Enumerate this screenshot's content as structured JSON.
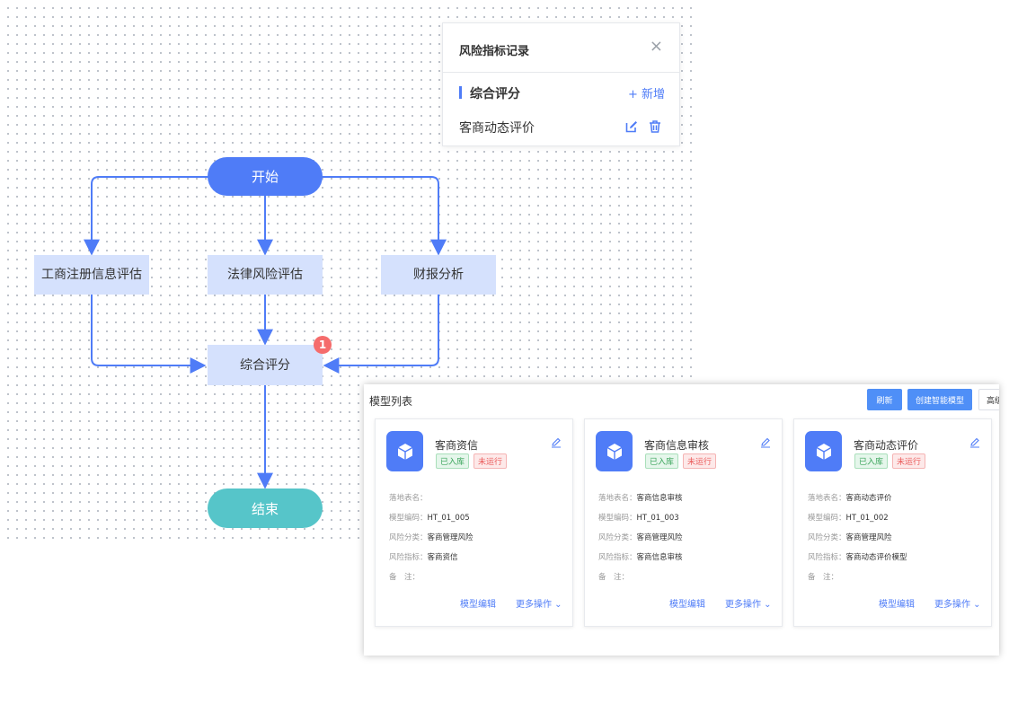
{
  "flow": {
    "start": "开始",
    "n1": "工商注册信息评估",
    "n2": "法律风险评估",
    "n3": "财报分析",
    "merge": "综合评分",
    "merge_badge": "1",
    "end": "结束"
  },
  "risk_panel": {
    "title": "风险指标记录",
    "close_icon": "×",
    "section": "综合评分",
    "add": "+ 新增",
    "item": "客商动态评价"
  },
  "model_panel": {
    "title": "模型列表",
    "refresh": "刷新",
    "create": "创建智能模型",
    "extra": "高级"
  },
  "labels": {
    "table": "落地表名：",
    "code": "模型编码：",
    "category": "风险分类：",
    "indicator": "风险指标：",
    "remark": "备　注："
  },
  "cards": [
    {
      "name": "客商资信",
      "status_in": "已入库",
      "status_run": "未运行",
      "table": "",
      "code": "HT_01_005",
      "category": "客商管理风险",
      "indicator": "客商资信",
      "remark": "",
      "edit": "模型编辑",
      "more": "更多操作 ⌄"
    },
    {
      "name": "客商信息审核",
      "status_in": "已入库",
      "status_run": "未运行",
      "table": "客商信息审核",
      "code": "HT_01_003",
      "category": "客商管理风险",
      "indicator": "客商信息审核",
      "remark": "",
      "edit": "模型编辑",
      "more": "更多操作 ⌄"
    },
    {
      "name": "客商动态评价",
      "status_in": "已入库",
      "status_run": "未运行",
      "table": "客商动态评价",
      "code": "HT_01_002",
      "category": "客商管理风险",
      "indicator": "客商动态评价模型",
      "remark": "",
      "edit": "模型编辑",
      "more": "更多操作 ⌄"
    }
  ],
  "colors": {
    "accent": "#4f7cf7",
    "node_fill": "#d5e1fd",
    "end_fill": "#56c5c9",
    "badge": "#f56c6c"
  }
}
